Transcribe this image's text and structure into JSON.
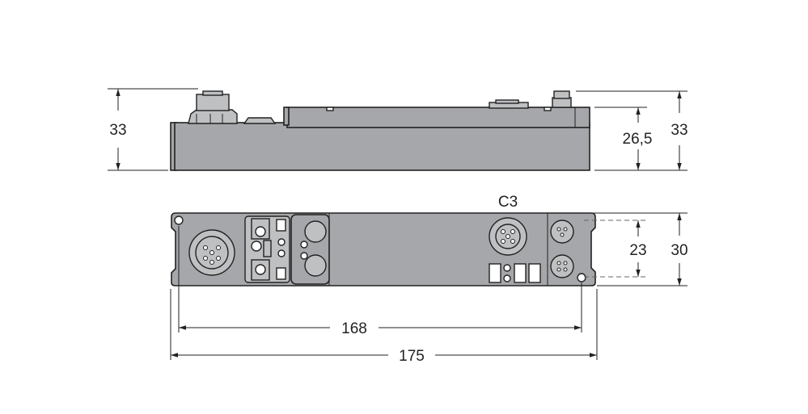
{
  "side_view": {
    "height_left": "33",
    "height_right_inner": "26,5",
    "height_right_outer": "33"
  },
  "top_view": {
    "connector_label": "C3",
    "width_inner": "23",
    "width_outer": "30",
    "length_inner": "168",
    "length_outer": "175"
  },
  "colors": {
    "housing": "#a6a7aa",
    "line": "#222222"
  }
}
